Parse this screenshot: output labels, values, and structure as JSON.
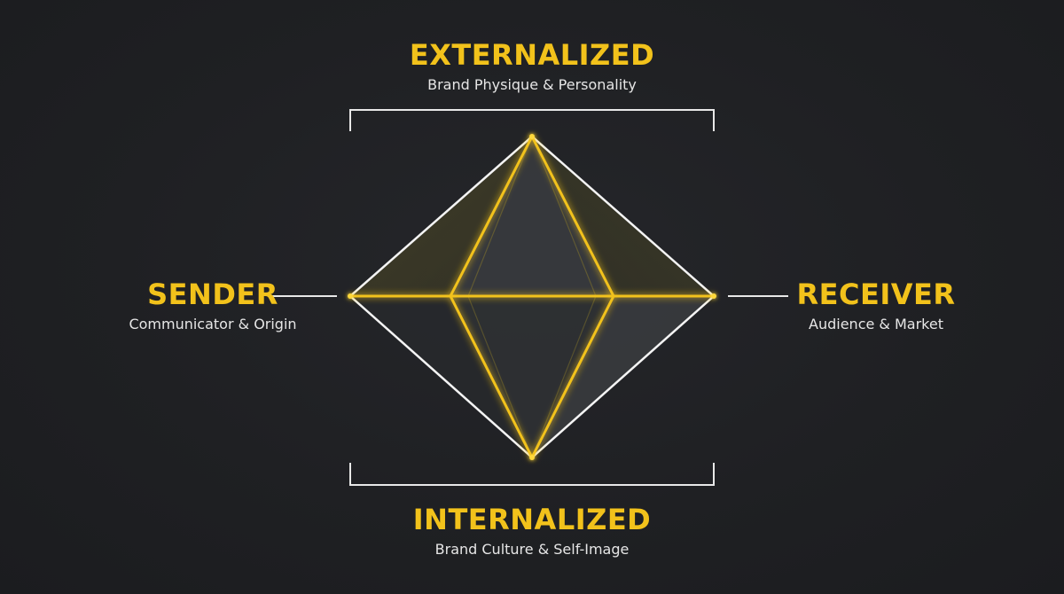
{
  "externalized": {
    "title": "EXTERNALIZED",
    "subtitle": "Brand Physique & Personality"
  },
  "internalized": {
    "title": "INTERNALIZED",
    "subtitle": "Brand Culture & Self-Image"
  },
  "sender": {
    "title": "SENDER",
    "subtitle": "Communicator & Origin"
  },
  "receiver": {
    "title": "RECEIVER",
    "subtitle": "Audience & Market"
  },
  "colors": {
    "background": "#1e1f22",
    "accent": "#f2c21b",
    "line": "#ffffff",
    "text": "#e6e6e6"
  }
}
